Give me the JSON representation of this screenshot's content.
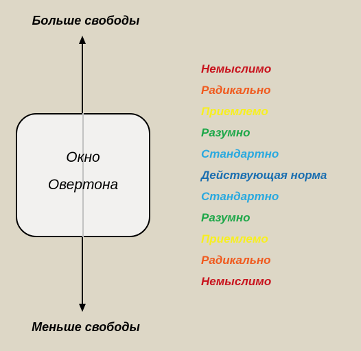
{
  "diagram": {
    "top_label": "Больше свободы",
    "bottom_label": "Меньше свободы",
    "window_label_line1": "Окно",
    "window_label_line2": "Овертона",
    "levels": [
      {
        "label": "Немыслимо",
        "color": "#c8141e"
      },
      {
        "label": "Радикально",
        "color": "#f05a1e"
      },
      {
        "label": "Приемлемо",
        "color": "#f7ef20"
      },
      {
        "label": "Разумно",
        "color": "#1fa84a"
      },
      {
        "label": "Стандартно",
        "color": "#2aa9df"
      },
      {
        "label": "Действующая норма",
        "color": "#1a6eb0"
      },
      {
        "label": "Стандартно",
        "color": "#2aa9df"
      },
      {
        "label": "Разумно",
        "color": "#1fa84a"
      },
      {
        "label": "Приемлемо",
        "color": "#f7ef20"
      },
      {
        "label": "Радикально",
        "color": "#f05a1e"
      },
      {
        "label": "Немыслимо",
        "color": "#c8141e"
      }
    ]
  }
}
